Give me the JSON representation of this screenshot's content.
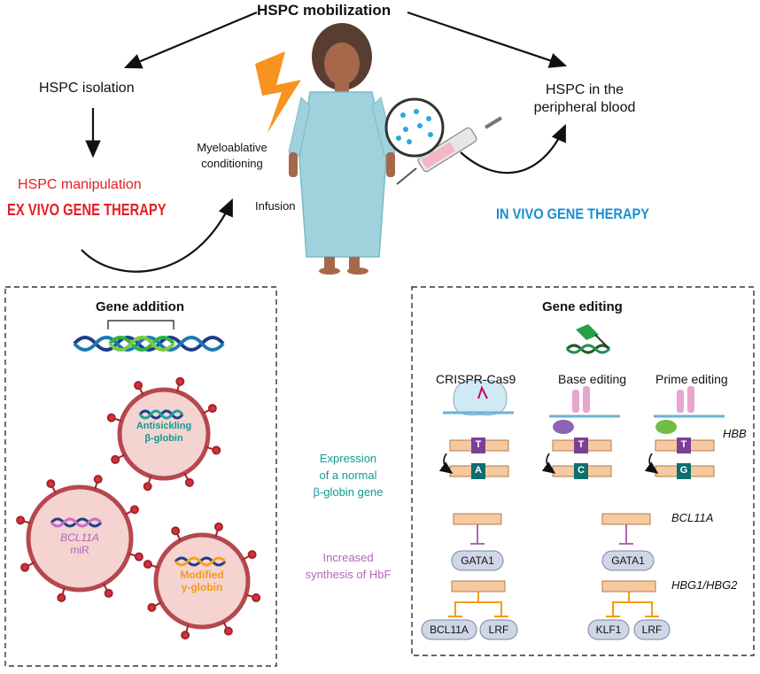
{
  "top": {
    "title": "HSPC mobilization",
    "isolation": "HSPC isolation",
    "peripheral_line1": "HSPC in the",
    "peripheral_line2": "peripheral blood",
    "manipulation": "HSPC manipulation",
    "ex_vivo": "EX VIVO GENE THERAPY",
    "in_vivo": "IN VIVO GENE THERAPY",
    "conditioning_line1": "Myeloablative",
    "conditioning_line2": "conditioning",
    "infusion": "Infusion"
  },
  "gene_addition": {
    "title": "Gene addition",
    "vector1_line1": "Antisickling",
    "vector1_line2": "β-globin",
    "vector2_line1": "BCL11A",
    "vector2_line2": "miR",
    "vector3_line1": "Modified",
    "vector3_line2": "γ-globin"
  },
  "middle": {
    "expression_line1": "Expression",
    "expression_line2": "of a normal",
    "expression_line3": "β-globin gene",
    "hbf_line1": "Increased",
    "hbf_line2": "synthesis of HbF"
  },
  "gene_editing": {
    "title": "Gene editing",
    "crispr": "CRISPR-Cas9",
    "base": "Base editing",
    "prime": "Prime editing",
    "hbb": "HBB",
    "from_base": "T",
    "to_crispr": "A",
    "to_base": "C",
    "to_prime": "G",
    "bcl11a_label": "BCL11A",
    "hbg_label": "HBG1/HBG2",
    "gata1": "GATA1",
    "left_targets": [
      "BCL11A",
      "LRF"
    ],
    "right_targets": [
      "KLF1",
      "LRF"
    ]
  },
  "colors": {
    "red": "#e31e24",
    "blue": "#1a8fd0",
    "teal": "#0f9a93",
    "purple": "#b166b6",
    "orange": "#f39c12",
    "vector_fill": "#f5d3d1",
    "vector_ring": "#b5484e",
    "gene_bar": "#f6c9a0"
  }
}
